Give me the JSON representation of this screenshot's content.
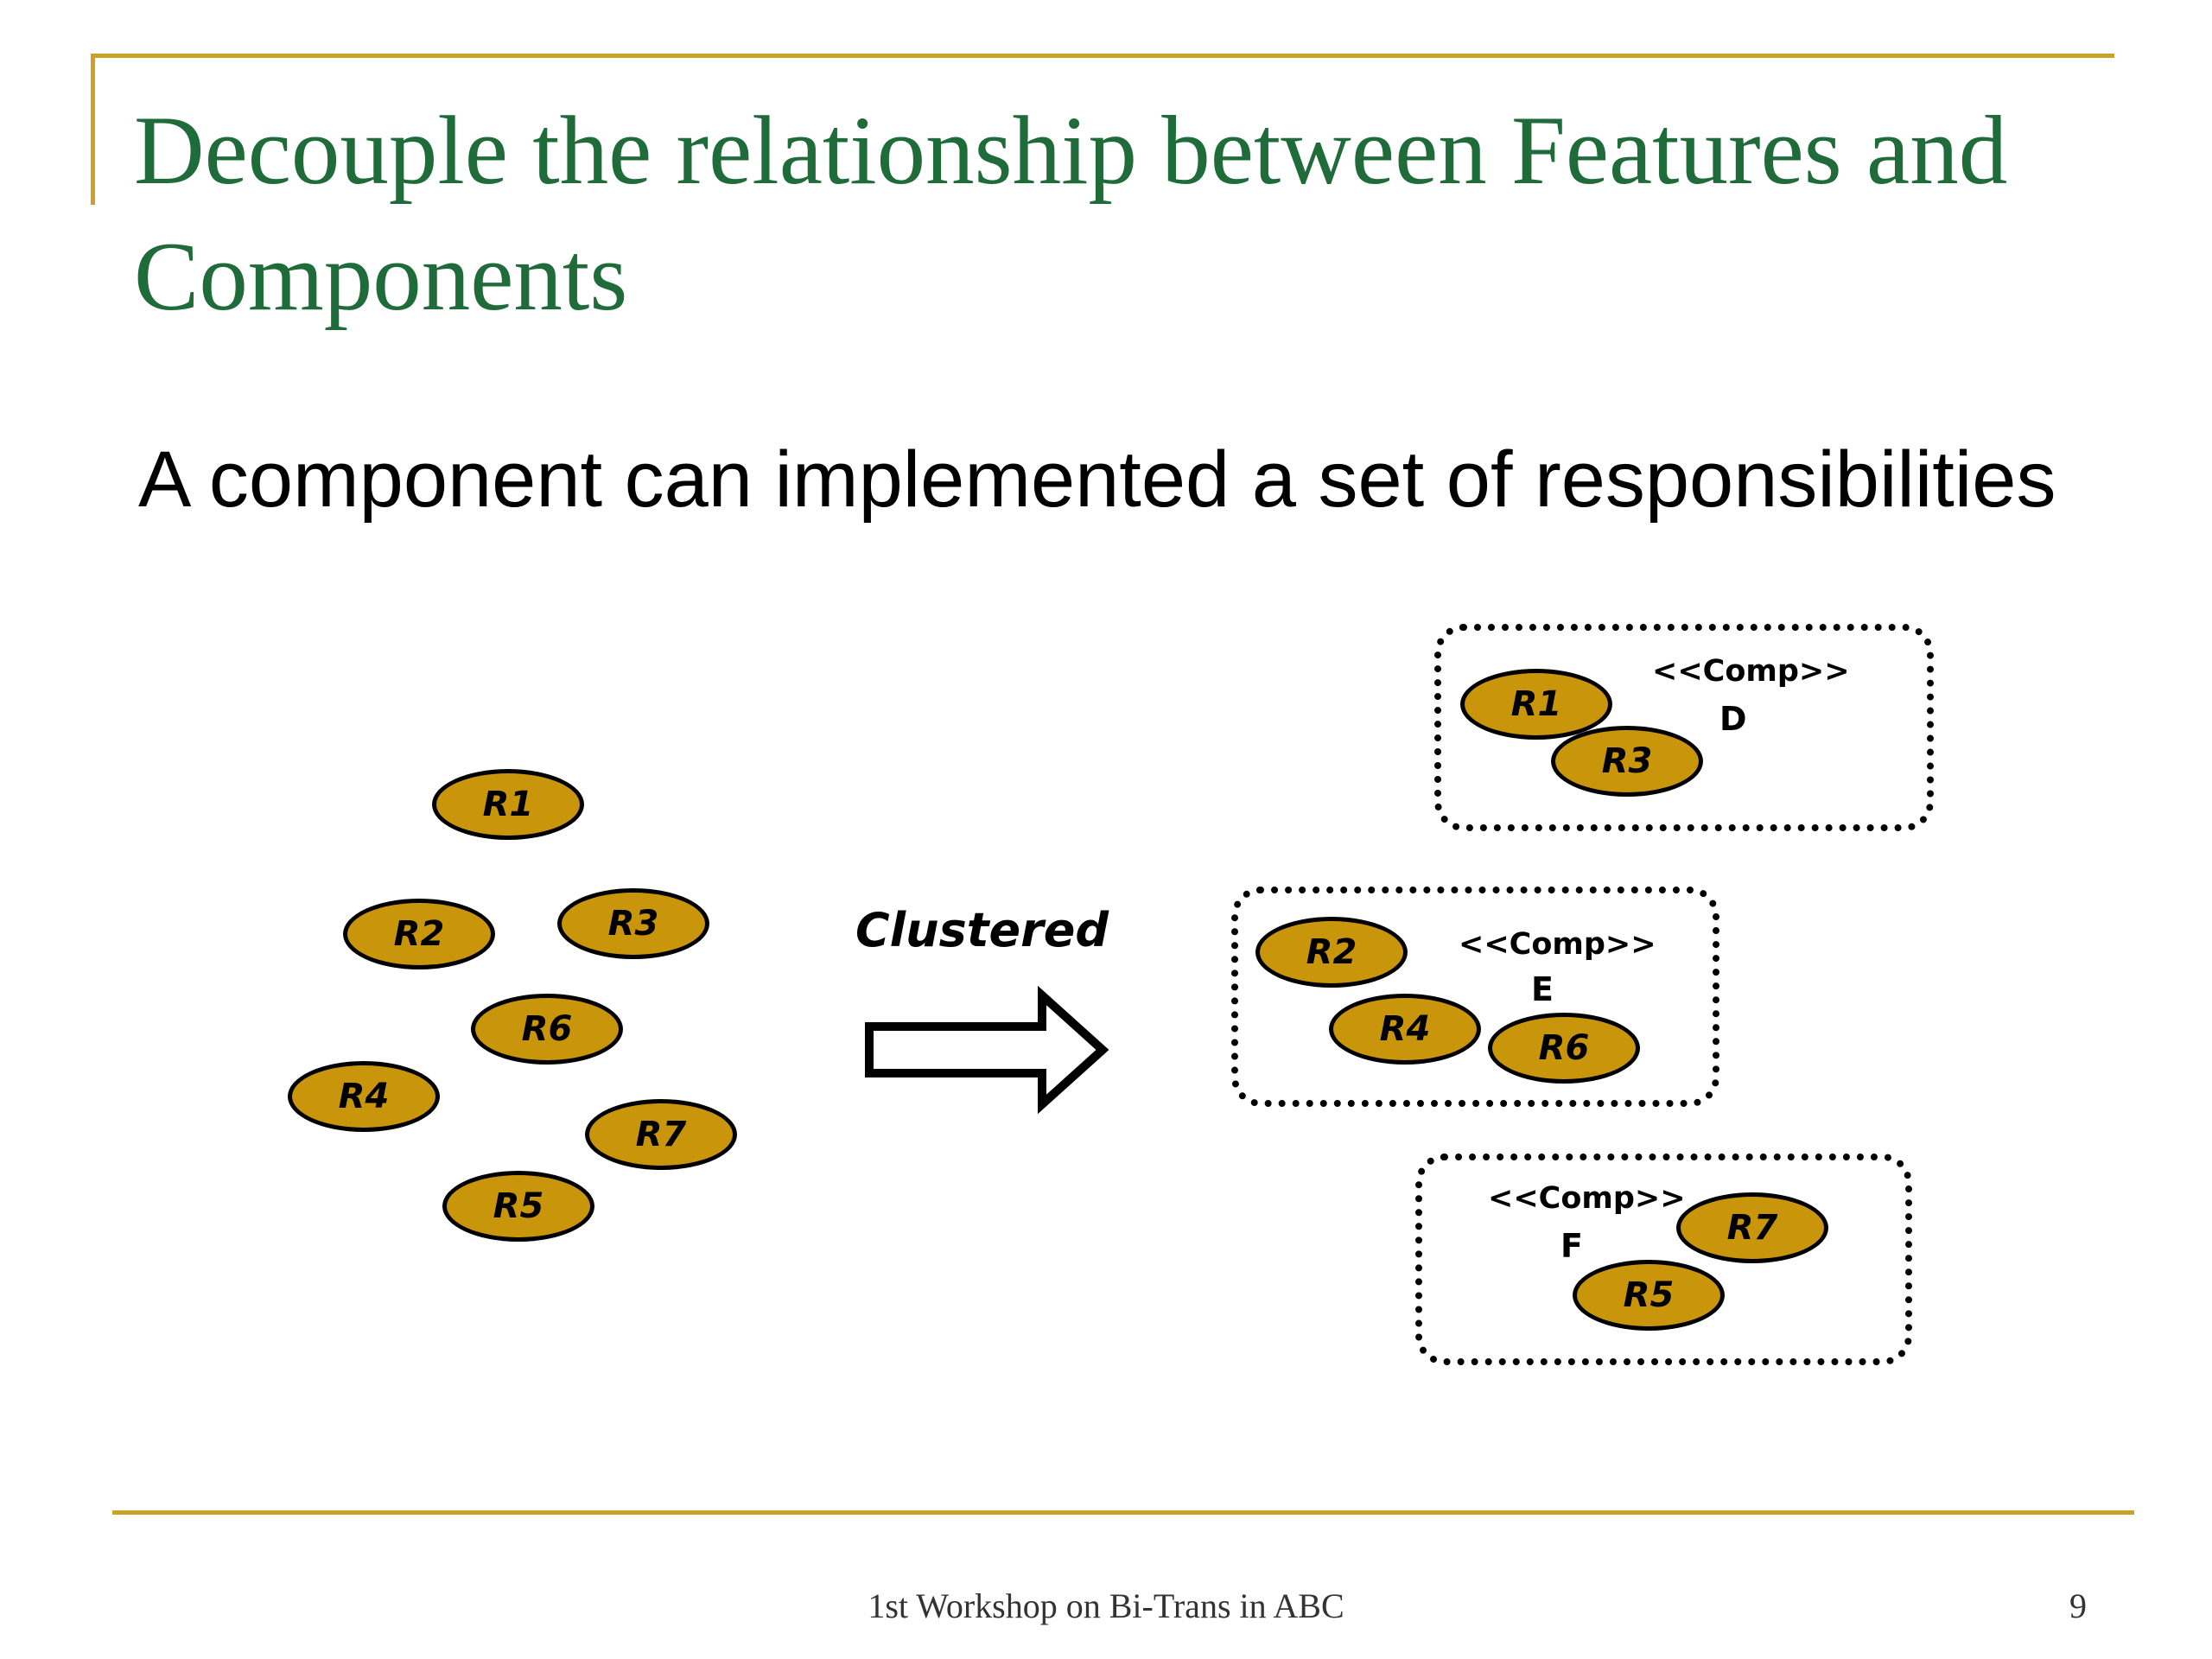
{
  "colors": {
    "title": "#1f6b3a",
    "rule": "#c9a227",
    "responsibility_fill": "#c9950a"
  },
  "slide": {
    "title": "Decouple the relationship between Features and Components",
    "subtitle": "A component can implemented a set of responsibilities",
    "arrow_label": "Clustered",
    "footer": "1st Workshop on Bi-Trans in ABC",
    "page_number": "9"
  },
  "responsibilities": {
    "r1": "R1",
    "r2": "R2",
    "r3": "R3",
    "r4": "R4",
    "r5": "R5",
    "r6": "R6",
    "r7": "R7"
  },
  "components": {
    "d": {
      "stereotype": "<<Comp>>",
      "name": "D",
      "members": [
        "R1",
        "R3"
      ]
    },
    "e": {
      "stereotype": "<<Comp>>",
      "name": "E",
      "members": [
        "R2",
        "R4",
        "R6"
      ]
    },
    "f": {
      "stereotype": "<<Comp>>",
      "name": "F",
      "members": [
        "R7",
        "R5"
      ]
    }
  }
}
